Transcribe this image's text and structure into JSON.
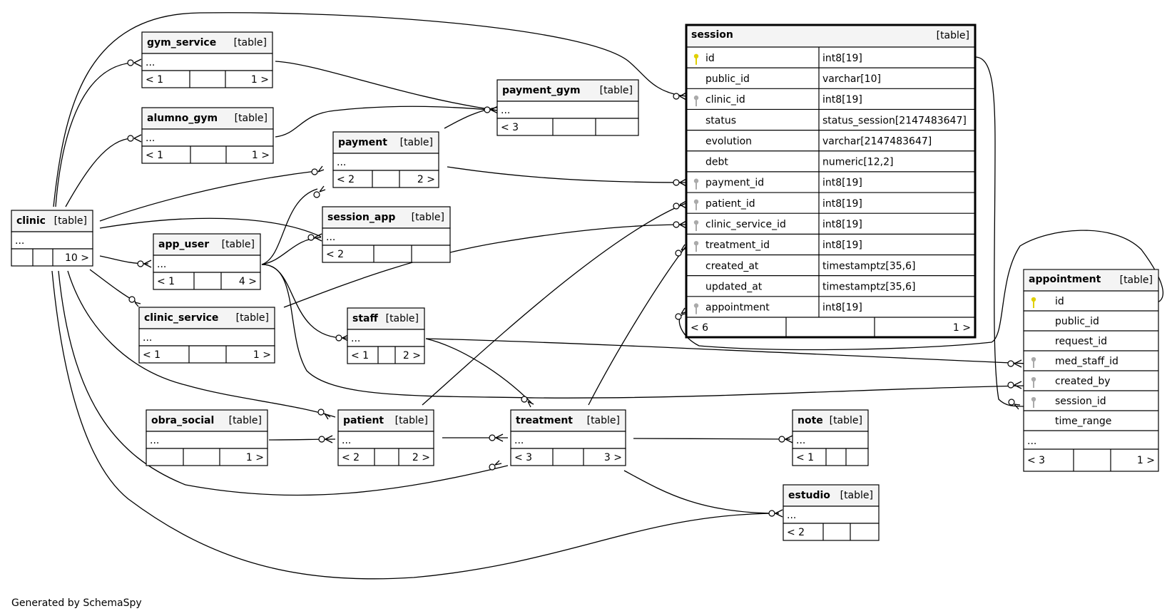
{
  "footer": "Generated by SchemaSpy",
  "tables": {
    "gym_service": {
      "name": "gym_service",
      "kind": "[table]",
      "ellipsis": "...",
      "nav": [
        "< 1",
        "",
        "1 >"
      ]
    },
    "alumno_gym": {
      "name": "alumno_gym",
      "kind": "[table]",
      "ellipsis": "...",
      "nav": [
        "< 1",
        "",
        "1 >"
      ]
    },
    "payment_gym": {
      "name": "payment_gym",
      "kind": "[table]",
      "ellipsis": "...",
      "nav": [
        "< 3",
        "",
        ""
      ]
    },
    "payment": {
      "name": "payment",
      "kind": "[table]",
      "ellipsis": "...",
      "nav": [
        "< 2",
        "",
        "2 >"
      ]
    },
    "session_app": {
      "name": "session_app",
      "kind": "[table]",
      "ellipsis": "...",
      "nav": [
        "< 2",
        "",
        ""
      ]
    },
    "clinic": {
      "name": "clinic",
      "kind": "[table]",
      "ellipsis": "...",
      "nav": [
        "",
        "",
        "10 >"
      ]
    },
    "app_user": {
      "name": "app_user",
      "kind": "[table]",
      "ellipsis": "...",
      "nav": [
        "< 1",
        "",
        "4 >"
      ]
    },
    "clinic_service": {
      "name": "clinic_service",
      "kind": "[table]",
      "ellipsis": "...",
      "nav": [
        "< 1",
        "",
        "1 >"
      ]
    },
    "staff": {
      "name": "staff",
      "kind": "[table]",
      "ellipsis": "...",
      "nav": [
        "< 1",
        "",
        "2 >"
      ]
    },
    "obra_social": {
      "name": "obra_social",
      "kind": "[table]",
      "ellipsis": "...",
      "nav": [
        "",
        "",
        "1 >"
      ]
    },
    "patient": {
      "name": "patient",
      "kind": "[table]",
      "ellipsis": "...",
      "nav": [
        "< 2",
        "",
        "2 >"
      ]
    },
    "treatment": {
      "name": "treatment",
      "kind": "[table]",
      "ellipsis": "...",
      "nav": [
        "< 3",
        "",
        "3 >"
      ]
    },
    "note": {
      "name": "note",
      "kind": "[table]",
      "ellipsis": "...",
      "nav": [
        "< 1",
        "",
        ""
      ]
    },
    "estudio": {
      "name": "estudio",
      "kind": "[table]",
      "ellipsis": "...",
      "nav": [
        "< 2",
        "",
        ""
      ]
    },
    "session": {
      "name": "session",
      "kind": "[table]",
      "columns": [
        {
          "name": "id",
          "type": "int8[19]",
          "key": "pk"
        },
        {
          "name": "public_id",
          "type": "varchar[10]",
          "key": ""
        },
        {
          "name": "clinic_id",
          "type": "int8[19]",
          "key": "fk"
        },
        {
          "name": "status",
          "type": "status_session[2147483647]",
          "key": ""
        },
        {
          "name": "evolution",
          "type": "varchar[2147483647]",
          "key": ""
        },
        {
          "name": "debt",
          "type": "numeric[12,2]",
          "key": ""
        },
        {
          "name": "payment_id",
          "type": "int8[19]",
          "key": "fk"
        },
        {
          "name": "patient_id",
          "type": "int8[19]",
          "key": "fk"
        },
        {
          "name": "clinic_service_id",
          "type": "int8[19]",
          "key": "fk"
        },
        {
          "name": "treatment_id",
          "type": "int8[19]",
          "key": "fk"
        },
        {
          "name": "created_at",
          "type": "timestamptz[35,6]",
          "key": ""
        },
        {
          "name": "updated_at",
          "type": "timestamptz[35,6]",
          "key": ""
        },
        {
          "name": "appointment",
          "type": "int8[19]",
          "key": "fk"
        }
      ],
      "nav": [
        "< 6",
        "",
        "1 >"
      ]
    },
    "appointment": {
      "name": "appointment",
      "kind": "[table]",
      "columns": [
        {
          "name": "id",
          "key": "pk"
        },
        {
          "name": "public_id",
          "key": ""
        },
        {
          "name": "request_id",
          "key": ""
        },
        {
          "name": "med_staff_id",
          "key": "fk"
        },
        {
          "name": "created_by",
          "key": "fk"
        },
        {
          "name": "session_id",
          "key": "fk"
        },
        {
          "name": "time_range",
          "key": ""
        }
      ],
      "ellipsis": "...",
      "nav": [
        "< 3",
        "",
        "1 >"
      ]
    }
  },
  "icons": {
    "pk": "primary-key-icon",
    "fk": "foreign-key-icon"
  },
  "colors": {
    "pk": "#e0d000",
    "fk": "#aaaaaa",
    "header": "#f4f4f4"
  }
}
